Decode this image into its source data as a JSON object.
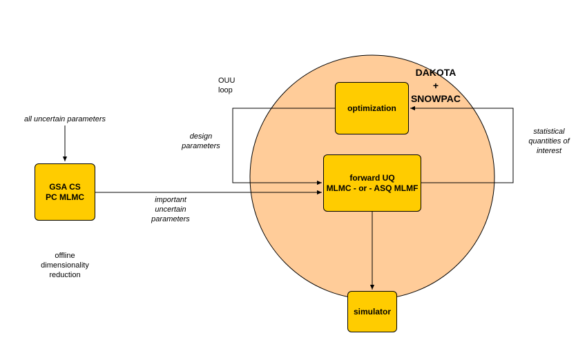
{
  "nodes": {
    "optimization": "optimization",
    "forward_uq": {
      "line1": "forward UQ",
      "line2": "MLMC - or - ASQ MLMF"
    },
    "gsa": {
      "line1": "GSA CS",
      "line2": "PC MLMC"
    },
    "simulator": "simulator"
  },
  "labels": {
    "dakota": {
      "line1": "DAKOTA",
      "line2": "+",
      "line3": "SNOWPAC"
    },
    "ouu": {
      "line1": "OUU",
      "line2": "loop"
    },
    "all_uncertain": "all uncertain parameters",
    "design": {
      "line1": "design",
      "line2": "parameters"
    },
    "statistical": {
      "line1": "statistical",
      "line2": "quantities of",
      "line3": "interest"
    },
    "important": {
      "line1": "important",
      "line2": "uncertain",
      "line3": "parameters"
    },
    "offline": {
      "line1": "offline",
      "line2": "dimensionality",
      "line3": "reduction"
    }
  },
  "colors": {
    "circle_fill": "#FFCC99",
    "box_fill": "#FFCC00",
    "stroke": "#000000"
  }
}
